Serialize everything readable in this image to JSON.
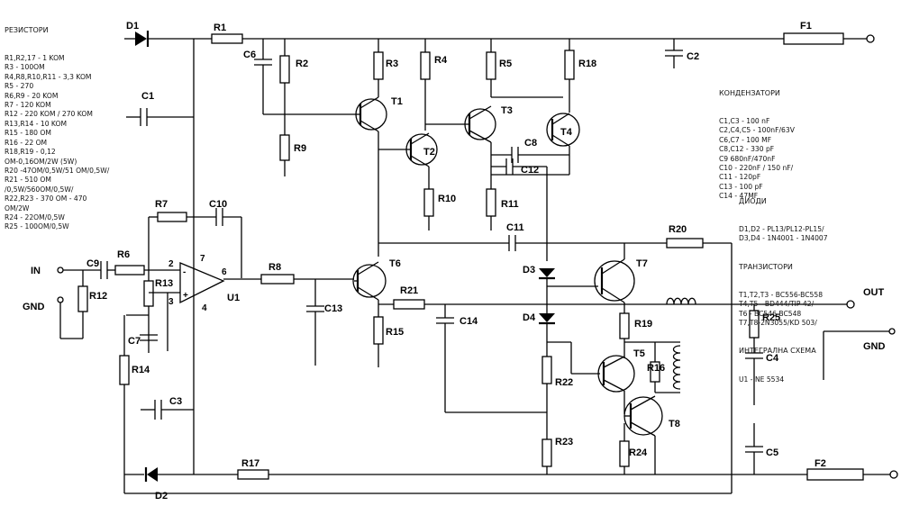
{
  "resistor_list": {
    "title": "РЕЗИСТОРИ",
    "lines": [
      "R1,R2,17 - 1 KOM",
      "R3 - 100OM",
      "R4,R8,R10,R11 - 3,3 KOM",
      "R5 - 270",
      "R6,R9 - 20 KOM",
      "R7 - 120 KOM",
      "R12 - 220 KOM / 270 KOM",
      "R13,R14 - 10 KOM",
      "R15 - 180 OM",
      "R16 - 22 OM",
      "R18,R19 - 0,12",
      "OM-0,16OM/2W (5W)",
      "R20 -47OM/0,5W/51 OM/0,5W/",
      "R21 - 510 OM",
      "/0,5W/560OM/0,5W/",
      "R22,R23 - 370 OM - 470",
      "OM/2W",
      "R24 - 22OM/0,5W",
      "R25 - 100OM/0,5W"
    ]
  },
  "capacitor_list": {
    "title": "КОНДЕНЗАТОРИ",
    "lines": [
      "C1,C3 - 100 nF",
      "C2,C4,C5 - 100nF/63V",
      "C6,C7 - 100 MF",
      "C8,C12 - 330 pF",
      "C9 680nF/470nF",
      "C10 - 220nF / 150 nF/",
      "C11 - 120pF",
      "C13 - 100 pF",
      "C14 - 47MF"
    ]
  },
  "semiconductor_list": {
    "diodes_title": "ДИОДИ",
    "diode_lines": [
      "D1,D2 - PL13/PL12-PL15/",
      "D3,D4 - 1N4001 - 1N4007"
    ],
    "transistors_title": "ТРАНЗИСТОРИ",
    "transistor_lines": [
      "T1,T2,T3 - BC556-BC558",
      "T4,T5 - BD444/TIP 42/",
      "T6 - BC546-BC548",
      "T7,T8-2N3055/KD 503/"
    ],
    "ic_title": "ИНТЕГРАЛНА СХЕМА",
    "ic_lines": [
      "U1 - NE 5534"
    ]
  },
  "terminals": {
    "in": "IN",
    "gnd_in": "GND",
    "out": "OUT",
    "gnd_out": "GND"
  },
  "parts": {
    "D1": "D1",
    "D2": "D2",
    "D3": "D3",
    "D4": "D4",
    "F1": "F1",
    "F2": "F2",
    "R1": "R1",
    "R2": "R2",
    "R3": "R3",
    "R4": "R4",
    "R5": "R5",
    "R6": "R6",
    "R7": "R7",
    "R8": "R8",
    "R9": "R9",
    "R10": "R10",
    "R11": "R11",
    "R12": "R12",
    "R13": "R13",
    "R14": "R14",
    "R15": "R15",
    "R16": "R16",
    "R17": "R17",
    "R18": "R18",
    "R19": "R19",
    "R20": "R20",
    "R21": "R21",
    "R22": "R22",
    "R23": "R23",
    "R24": "R24",
    "R25": "R25",
    "C1": "C1",
    "C2": "C2",
    "C3": "C3",
    "C4": "C4",
    "C5": "C5",
    "C6": "C6",
    "C7": "C7",
    "C8": "C8",
    "C9": "C9",
    "C10": "C10",
    "C11": "C11",
    "C12": "C12",
    "C13": "C13",
    "C14": "C14",
    "T1": "T1",
    "T2": "T2",
    "T3": "T3",
    "T4": "T4",
    "T5": "T5",
    "T6": "T6",
    "T7": "T7",
    "T8": "T8",
    "U1": "U1"
  },
  "opamp_pins": {
    "p2": "2",
    "p3": "3",
    "p4": "4",
    "p6": "6",
    "p7": "7",
    "plus": "+",
    "minus": "-"
  }
}
